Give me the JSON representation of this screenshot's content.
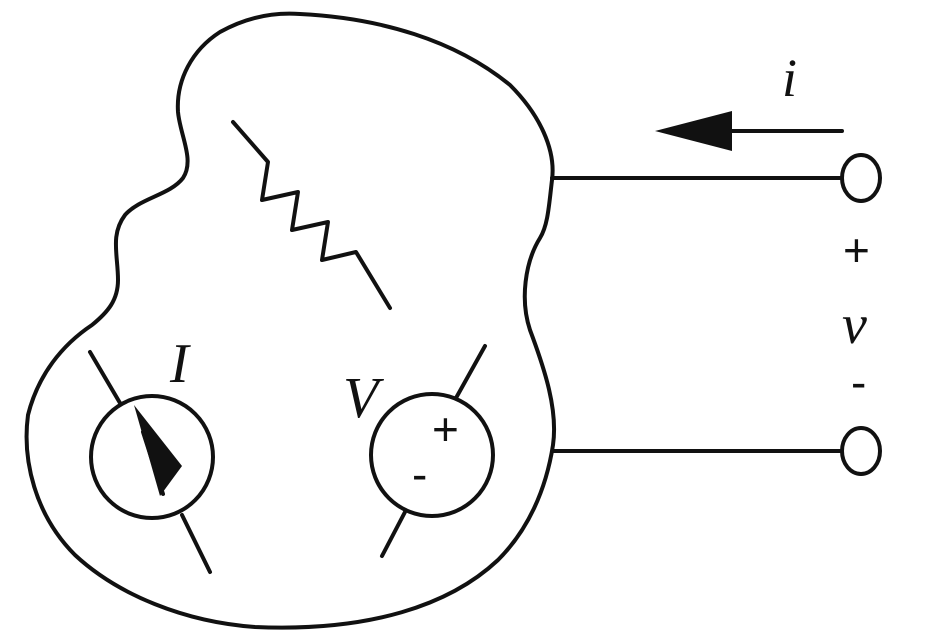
{
  "labels": {
    "current_source": "I",
    "voltage_source": "V",
    "vs_plus": "+",
    "vs_minus": "-",
    "terminal_current": "i",
    "terminal_voltage": "v",
    "terminal_plus": "+",
    "terminal_minus": "-"
  },
  "colors": {
    "line": "#111111",
    "background": "#ffffff"
  }
}
